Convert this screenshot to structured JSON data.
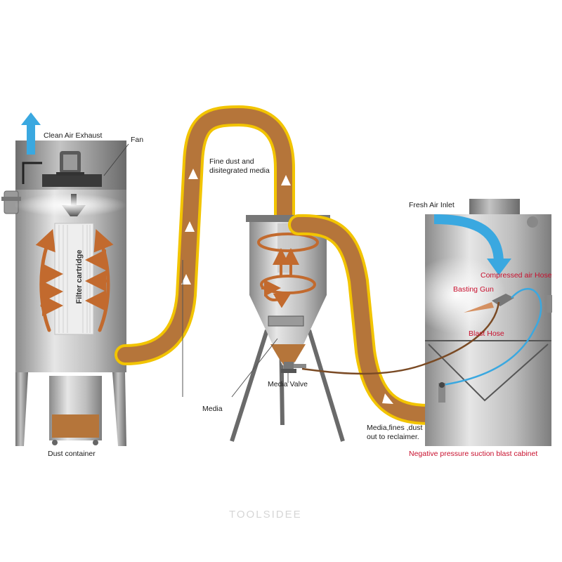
{
  "labels": {
    "clean_air_exhaust": "Clean Air Exhaust",
    "fan": "Fan",
    "filter_cartridge": "Filter cartridge",
    "dust_container": "Dust container",
    "fine_dust": "Fine dust and disitegrated media",
    "media": "Media",
    "media_valve": "Media Valve",
    "fresh_air_inlet": "Fresh Air Inlet",
    "compressed_air_hose": "Compressed air Hose",
    "blasting_gun": "Basting Gun",
    "blast_hose": "Blast Hose",
    "media_out": "Media,fines ,dust out to reclaimer.",
    "cabinet": "Negative pressure suction blast cabinet"
  },
  "watermark": "TOOLSIDEE",
  "colors": {
    "metal_light": "#d9d9d9",
    "metal_dark": "#7a7a7a",
    "duct_border": "#f2c400",
    "duct_fill": "#b5753a",
    "air_arrow": "#3aa8e0",
    "flow_arrow": "#c26a2e",
    "label_red": "#c8102e"
  }
}
